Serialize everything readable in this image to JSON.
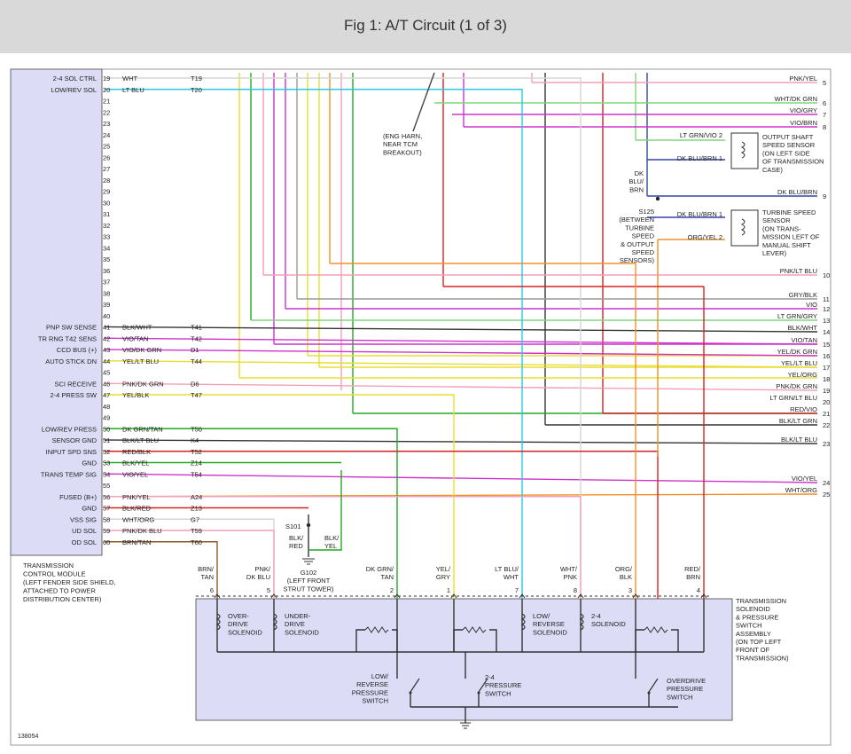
{
  "title": "Fig 1: A/T Circuit (1 of 3)",
  "figure_id": "138054",
  "tcm_pins": [
    {
      "pin": "19",
      "label": "2-4 SOL CTRL",
      "wire": "WHT",
      "term": "T19"
    },
    {
      "pin": "20",
      "label": "LOW/REV SOL",
      "wire": "LT BLU",
      "term": "T20"
    },
    {
      "pin": "21",
      "label": "",
      "wire": "",
      "term": ""
    },
    {
      "pin": "22",
      "label": "",
      "wire": "",
      "term": ""
    },
    {
      "pin": "23",
      "label": "",
      "wire": "",
      "term": ""
    },
    {
      "pin": "24",
      "label": "",
      "wire": "",
      "term": ""
    },
    {
      "pin": "25",
      "label": "",
      "wire": "",
      "term": ""
    },
    {
      "pin": "26",
      "label": "",
      "wire": "",
      "term": ""
    },
    {
      "pin": "27",
      "label": "",
      "wire": "",
      "term": ""
    },
    {
      "pin": "28",
      "label": "",
      "wire": "",
      "term": ""
    },
    {
      "pin": "29",
      "label": "",
      "wire": "",
      "term": ""
    },
    {
      "pin": "30",
      "label": "",
      "wire": "",
      "term": ""
    },
    {
      "pin": "31",
      "label": "",
      "wire": "",
      "term": ""
    },
    {
      "pin": "32",
      "label": "",
      "wire": "",
      "term": ""
    },
    {
      "pin": "33",
      "label": "",
      "wire": "",
      "term": ""
    },
    {
      "pin": "34",
      "label": "",
      "wire": "",
      "term": ""
    },
    {
      "pin": "35",
      "label": "",
      "wire": "",
      "term": ""
    },
    {
      "pin": "36",
      "label": "",
      "wire": "",
      "term": ""
    },
    {
      "pin": "37",
      "label": "",
      "wire": "",
      "term": ""
    },
    {
      "pin": "38",
      "label": "",
      "wire": "",
      "term": ""
    },
    {
      "pin": "39",
      "label": "",
      "wire": "",
      "term": ""
    },
    {
      "pin": "40",
      "label": "",
      "wire": "",
      "term": ""
    },
    {
      "pin": "41",
      "label": "PNP SW SENSE",
      "wire": "BLK/WHT",
      "term": "T41"
    },
    {
      "pin": "42",
      "label": "TR RNG T42 SENS",
      "wire": "VIO/TAN",
      "term": "T42"
    },
    {
      "pin": "43",
      "label": "CCD BUS (+)",
      "wire": "VIO/DK GRN",
      "term": "D1"
    },
    {
      "pin": "44",
      "label": "AUTO STICK DN",
      "wire": "YEL/LT BLU",
      "term": "T44"
    },
    {
      "pin": "45",
      "label": "",
      "wire": "",
      "term": ""
    },
    {
      "pin": "46",
      "label": "SCI RECEIVE",
      "wire": "PNK/DK GRN",
      "term": "D6"
    },
    {
      "pin": "47",
      "label": "2-4 PRESS SW",
      "wire": "YEL/BLK",
      "term": "T47"
    },
    {
      "pin": "48",
      "label": "",
      "wire": "",
      "term": ""
    },
    {
      "pin": "49",
      "label": "",
      "wire": "",
      "term": ""
    },
    {
      "pin": "50",
      "label": "LOW/REV PRESS",
      "wire": "DK GRN/TAN",
      "term": "T50"
    },
    {
      "pin": "51",
      "label": "SENSOR GND",
      "wire": "BLK/LT BLU",
      "term": "K4"
    },
    {
      "pin": "52",
      "label": "INPUT SPD SNS",
      "wire": "RED/BLK",
      "term": "T52"
    },
    {
      "pin": "53",
      "label": "GND",
      "wire": "BLK/YEL",
      "term": "Z14"
    },
    {
      "pin": "54",
      "label": "TRANS TEMP SIG",
      "wire": "VIO/YEL",
      "term": "T54"
    },
    {
      "pin": "55",
      "label": "",
      "wire": "",
      "term": ""
    },
    {
      "pin": "56",
      "label": "FUSED (B+)",
      "wire": "PNK/YEL",
      "term": "A24"
    },
    {
      "pin": "57",
      "label": "GND",
      "wire": "BLK/RED",
      "term": "Z13"
    },
    {
      "pin": "58",
      "label": "VSS SIG",
      "wire": "WHT/ORG",
      "term": "G7"
    },
    {
      "pin": "59",
      "label": "UD SOL",
      "wire": "PNK/DK BLU",
      "term": "T59"
    },
    {
      "pin": "60",
      "label": "OD SOL",
      "wire": "BRN/TAN",
      "term": "T60"
    }
  ],
  "tcm_caption": [
    "TRANSMISSION",
    "CONTROL MODULE",
    "(LEFT FENDER SIDE SHIELD,",
    "ATTACHED TO POWER",
    "DISTRIBUTION CENTER)"
  ],
  "right_wires": [
    {
      "label": "PNK/YEL",
      "num": "5"
    },
    {
      "label": "WHT/DK GRN",
      "num": "6"
    },
    {
      "label": "VIO/GRY",
      "num": "7"
    },
    {
      "label": "VIO/BRN",
      "num": "8"
    },
    {
      "label": "DK BLU/BRN",
      "num": "9"
    },
    {
      "label": "PNK/LT BLU",
      "num": "10"
    },
    {
      "label": "GRY/BLK",
      "num": "11"
    },
    {
      "label": "VIO",
      "num": "12"
    },
    {
      "label": "LT GRN/GRY",
      "num": "13"
    },
    {
      "label": "BLK/WHT",
      "num": "14"
    },
    {
      "label": "VIO/TAN",
      "num": "15"
    },
    {
      "label": "YEL/DK GRN",
      "num": "16"
    },
    {
      "label": "YEL/LT BLU",
      "num": "17"
    },
    {
      "label": "YEL/ORG",
      "num": "18"
    },
    {
      "label": "PNK/DK GRN",
      "num": "19"
    },
    {
      "label": "LT GRN/LT BLU",
      "num": "20"
    },
    {
      "label": "RED/VIO",
      "num": "21"
    },
    {
      "label": "BLK/LT GRN",
      "num": "22"
    },
    {
      "label": "BLK/LT BLU",
      "num": "23"
    },
    {
      "label": "VIO/YEL",
      "num": "24"
    },
    {
      "label": "WHT/ORG",
      "num": "25"
    }
  ],
  "eng_harn": [
    "(ENG HARN,",
    "NEAR TCM",
    "BREAKOUT)"
  ],
  "output_sensor": {
    "label": [
      "OUTPUT SHAFT",
      "SPEED SENSOR",
      "(ON LEFT SIDE",
      "OF TRANSMISSION",
      "CASE)"
    ],
    "wire1": "LT GRN/VIO",
    "pin1": "2",
    "wire2": "DK BLU/BRN",
    "pin2": "1"
  },
  "turbine_sensor": {
    "label": [
      "TURBINE SPEED",
      "SENSOR",
      "(ON TRANS-",
      "MISSION LEFT OF",
      "MANUAL SHIFT",
      "LEVER)"
    ],
    "wire1": "DK BLU/BRN",
    "pin1": "1",
    "wire2": "ORG/YEL",
    "pin2": "2"
  },
  "splice_s125": {
    "wire": [
      "DK",
      "BLU/",
      "BRN"
    ],
    "label": [
      "S125",
      "(BETWEEN",
      "TURBINE",
      "SPEED",
      "& OUTPUT",
      "SPEED",
      "SENSORS)"
    ]
  },
  "s101": {
    "label": "S101",
    "wire1": [
      "BLK/",
      "RED"
    ],
    "wire2": [
      "BLK/",
      "YEL"
    ]
  },
  "g102": [
    "G102",
    "(LEFT FRONT",
    "STRUT TOWER)"
  ],
  "connector_pins": [
    {
      "wire": [
        "BRN/",
        "TAN"
      ],
      "pin": "6"
    },
    {
      "wire": [
        "PNK/",
        "DK BLU"
      ],
      "pin": "5"
    },
    {
      "wire": [
        "DK GRN/",
        "TAN"
      ],
      "pin": "2"
    },
    {
      "wire": [
        "YEL/",
        "GRY"
      ],
      "pin": "1"
    },
    {
      "wire": [
        "LT BLU/",
        "WHT"
      ],
      "pin": "7"
    },
    {
      "wire": [
        "WHT/",
        "PNK"
      ],
      "pin": "8"
    },
    {
      "wire": [
        "ORG/",
        "BLK"
      ],
      "pin": "3"
    },
    {
      "wire": [
        "RED/",
        "BRN"
      ],
      "pin": "4"
    }
  ],
  "assembly_label": [
    "TRANSMISSION",
    "SOLENOID",
    "& PRESSURE",
    "SWITCH",
    "ASSEMBLY",
    "(ON TOP LEFT",
    "FRONT OF",
    "TRANSMISSION)"
  ],
  "solenoids": {
    "overdrive": [
      "OVER-",
      "DRIVE",
      "SOLENOID"
    ],
    "underdrive": [
      "UNDER-",
      "DRIVE",
      "SOLENOID"
    ],
    "low_reverse": [
      "LOW/",
      "REVERSE",
      "SOLENOID"
    ],
    "two_four": [
      "2-4",
      "SOLENOID"
    ]
  },
  "switches": {
    "low_reverse": [
      "LOW/",
      "REVERSE",
      "PRESSURE",
      "SWITCH"
    ],
    "two_four": [
      "2-4",
      "PRESSURE",
      "SWITCH"
    ],
    "overdrive": [
      "OVERDRIVE",
      "PRESSURE",
      "SWITCH"
    ]
  },
  "colors": {
    "title_bar": "#d9d9d9",
    "assembly_fill": "#dcdcf6",
    "frame": "#9a9a9a"
  }
}
